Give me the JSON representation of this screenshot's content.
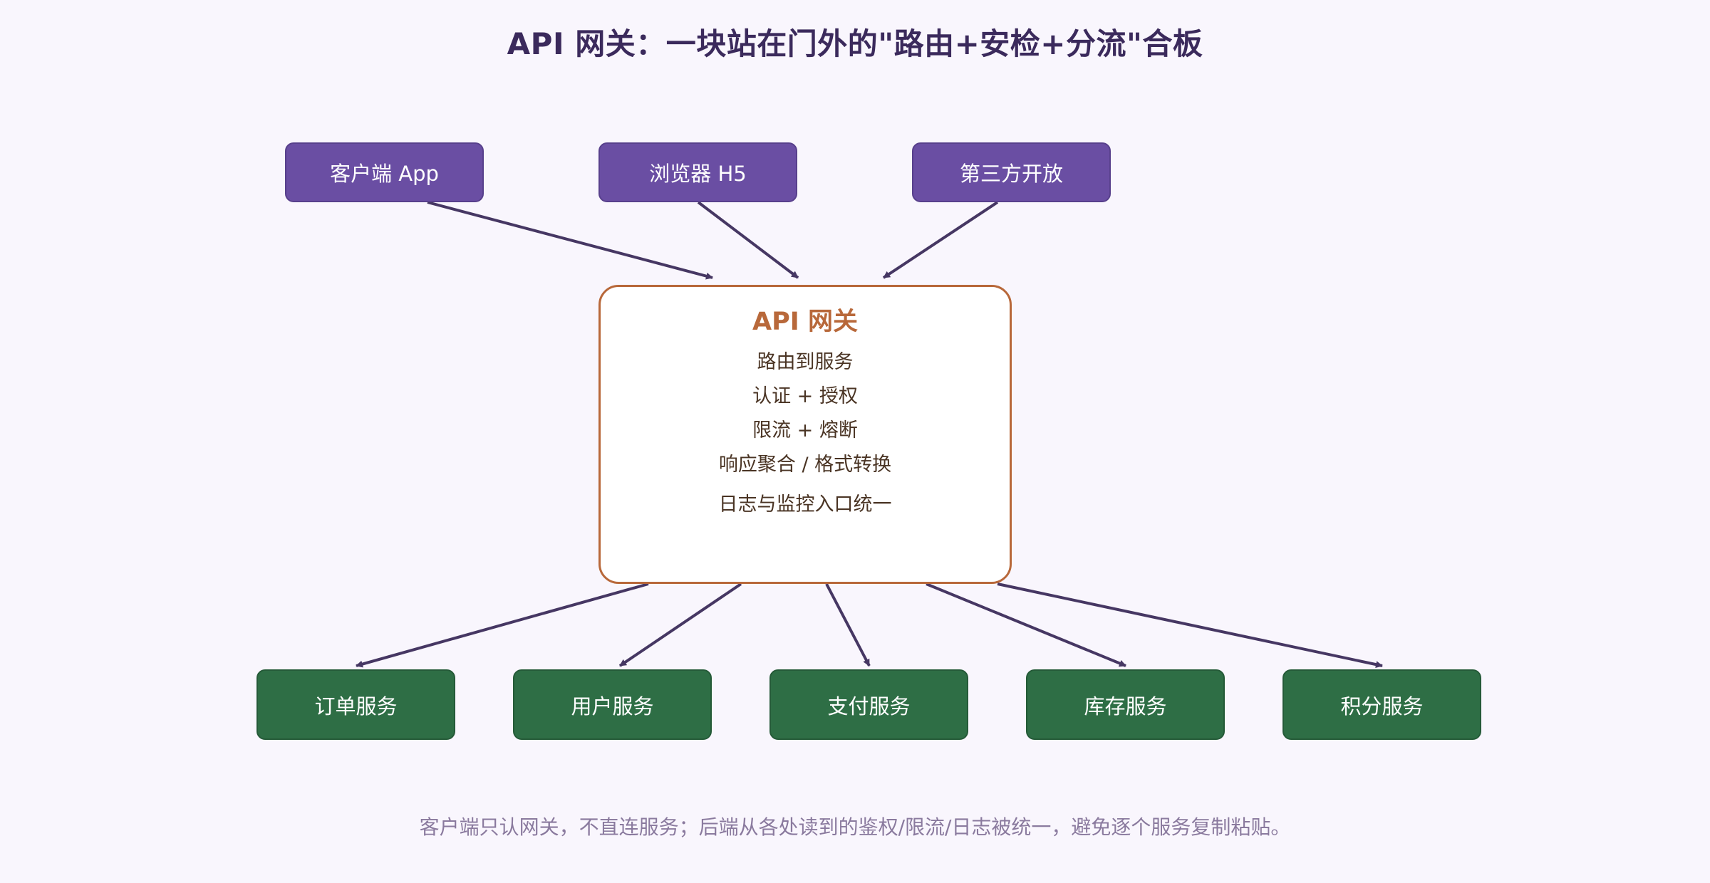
{
  "title": "API 网关：一块站在门外的\"路由+安检+分流\"合板",
  "clients": [
    {
      "label": "客户端 App"
    },
    {
      "label": "浏览器 H5"
    },
    {
      "label": "第三方开放"
    }
  ],
  "gateway": {
    "title": "API 网关",
    "features": [
      "路由到服务",
      "认证 + 授权",
      "限流 + 熔断",
      "响应聚合 / 格式转换",
      "日志与监控入口统一"
    ]
  },
  "services": [
    {
      "label": "订单服务"
    },
    {
      "label": "用户服务"
    },
    {
      "label": "支付服务"
    },
    {
      "label": "库存服务"
    },
    {
      "label": "积分服务"
    }
  ],
  "caption": "客户端只认网关，不直连服务；后端从各处读到的鉴权/限流/日志被统一，避免逐个服务复制粘贴。",
  "colors": {
    "client": "#6a4ea3",
    "gateway_border": "#b8683a",
    "service": "#2e6e45",
    "arrow": "#463763",
    "background": "#f9f6fd"
  }
}
